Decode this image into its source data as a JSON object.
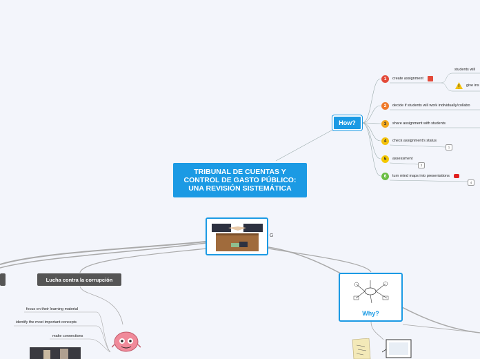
{
  "main_topic": {
    "line1": "TRIBUNAL DE CUENTAS Y",
    "line2": "CONTROL DE GASTO PÚBLICO:",
    "line3": "UNA REVISIÓN SISTEMÁTICA"
  },
  "how": {
    "label": "How?",
    "steps": [
      {
        "num": "1",
        "label": "create assignment"
      },
      {
        "num": "2",
        "label": "decide if students will work individually/collabo"
      },
      {
        "num": "3",
        "label": "share assignment with students"
      },
      {
        "num": "4",
        "label": "check assignment's status",
        "count": "1"
      },
      {
        "num": "5",
        "label": "assessment",
        "count": "2"
      },
      {
        "num": "6",
        "label": "turn mind maps into presentations",
        "count": "4"
      }
    ],
    "sub1": "students will",
    "sub2": "give ins"
  },
  "center_image": {
    "link_glyph": "G"
  },
  "lucha": {
    "label": "Lucha contra la corrupción"
  },
  "left_items": [
    "focus on their learning material",
    "identify the most important concepts",
    "make connections"
  ],
  "why": {
    "label": "Why?"
  },
  "colors": {
    "accent": "#1b9ae4",
    "dark_node": "#555555",
    "background": "#f3f5fb"
  }
}
